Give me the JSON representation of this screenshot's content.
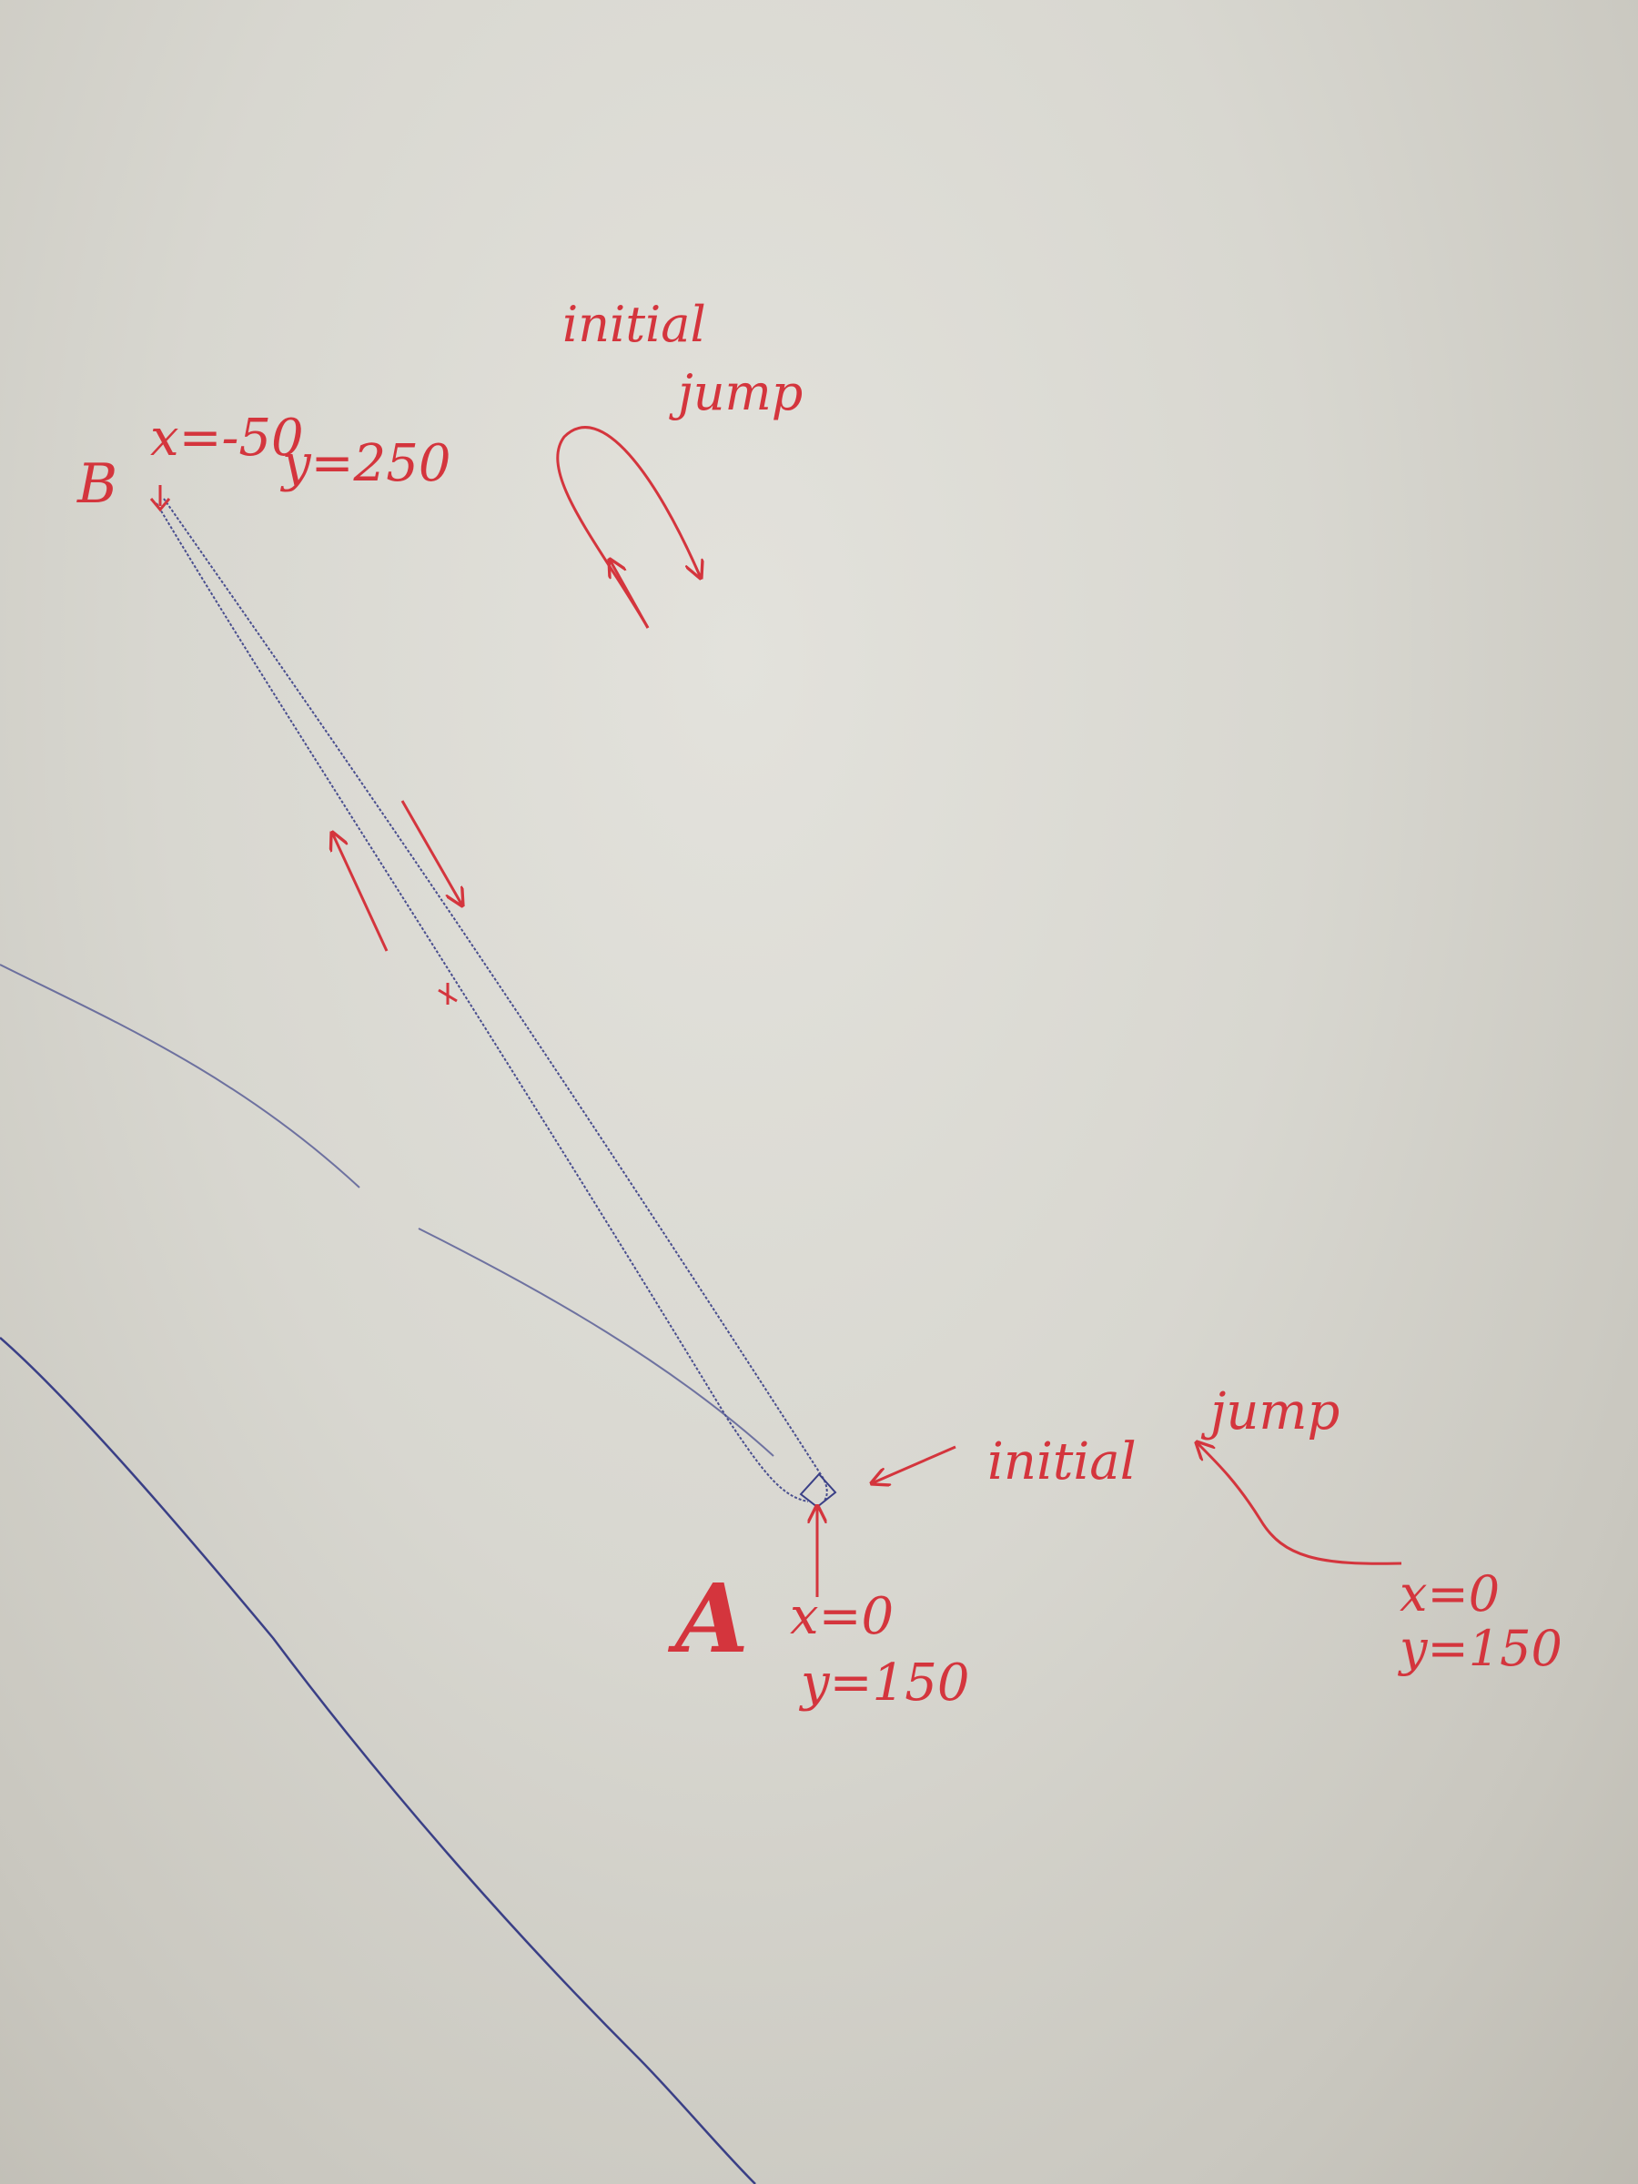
{
  "point_b": {
    "letter": "B",
    "x_text": "x=-50",
    "y_text": "y=250"
  },
  "point_a": {
    "letter": "A",
    "x_text": "x=0",
    "y_text": "y=150"
  },
  "side_coords": {
    "x_text": "x=0",
    "y_text": "y=150"
  },
  "annotations": {
    "top_jump_line1": "initial",
    "top_jump_line2": "jump",
    "bottom_jump_line1": "initial",
    "bottom_jump_line2": "jump"
  },
  "colors": {
    "red_ink": "#d4353d",
    "blue_ink": "#3a3f86",
    "paper": "#dcdbd4"
  }
}
